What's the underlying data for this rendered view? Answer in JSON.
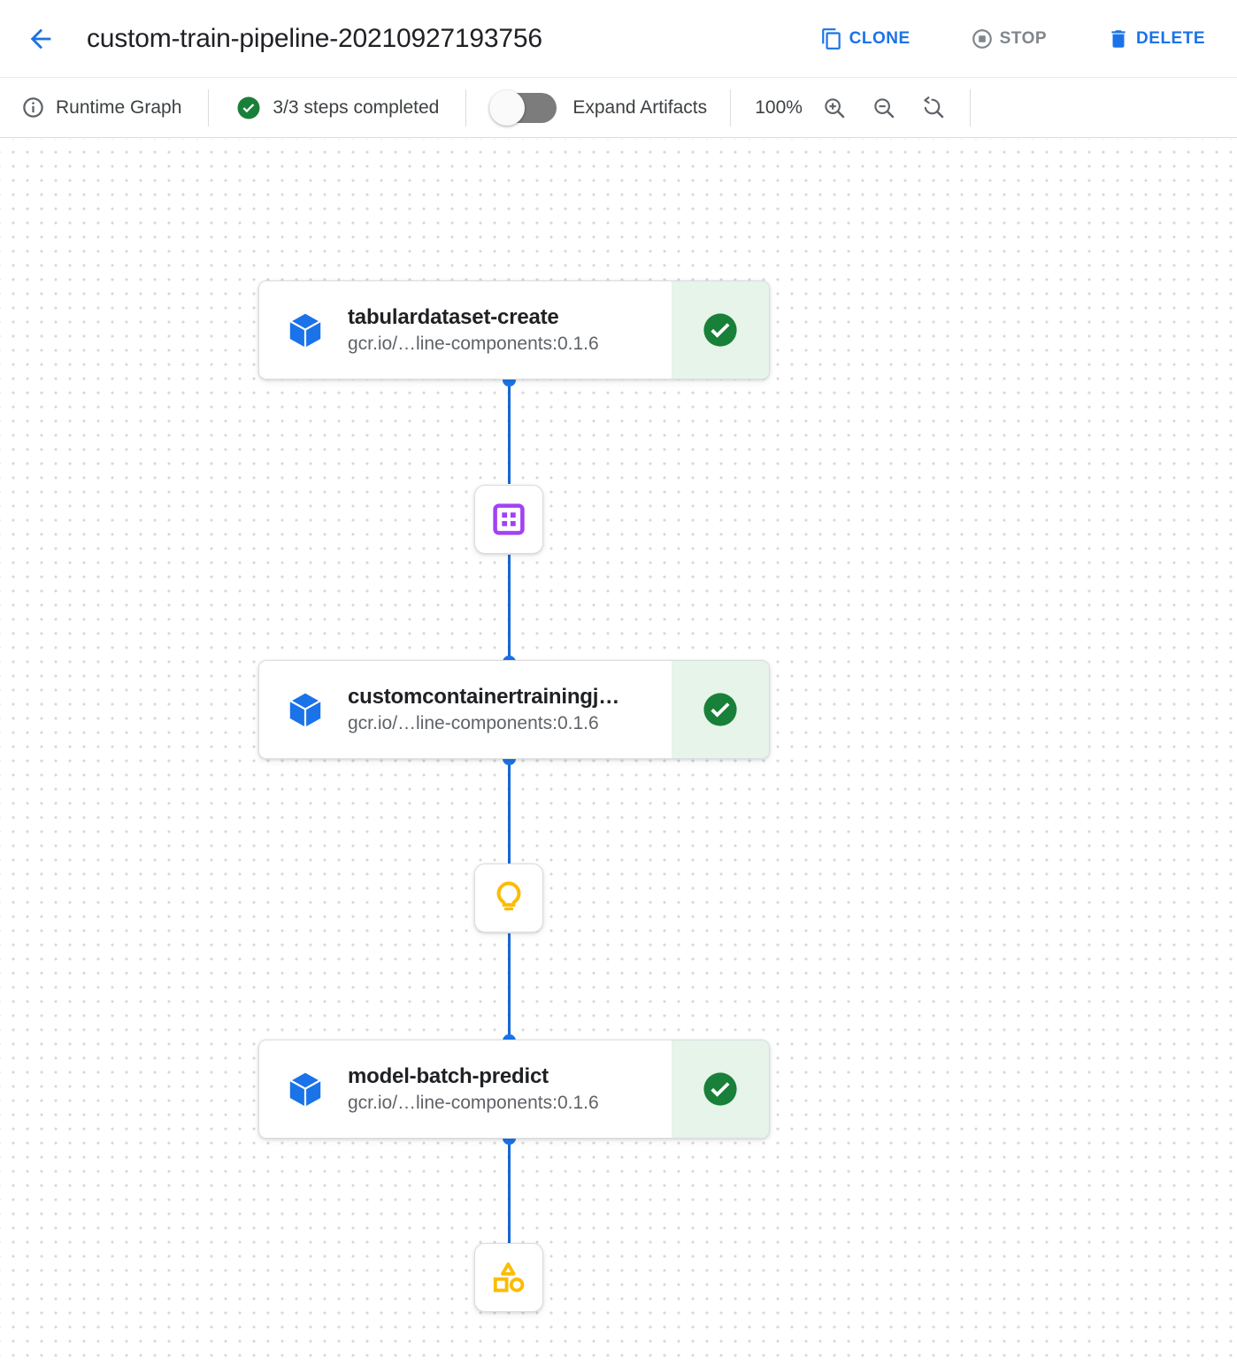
{
  "header": {
    "back_icon": "arrow-left-icon",
    "title": "custom-train-pipeline-20210927193756",
    "actions": [
      {
        "id": "clone",
        "label": "CLONE",
        "icon": "copy-icon",
        "disabled": false
      },
      {
        "id": "stop",
        "label": "STOP",
        "icon": "stop-icon",
        "disabled": true
      },
      {
        "id": "delete",
        "label": "DELETE",
        "icon": "trash-icon",
        "disabled": false
      }
    ]
  },
  "toolbar": {
    "runtime_graph_label": "Runtime Graph",
    "runtime_graph_icon": "info-icon",
    "steps_status_label": "3/3 steps completed",
    "steps_status_icon": "check-circle-icon",
    "expand_artifacts_label": "Expand Artifacts",
    "expand_artifacts_on": false,
    "zoom_level": "100%",
    "zoom_in_icon": "zoom-in-icon",
    "zoom_out_icon": "zoom-out-icon",
    "zoom_reset_icon": "zoom-reset-icon"
  },
  "graph": {
    "nodes": [
      {
        "id": "tabulardataset-create",
        "type": "execution",
        "title": "tabulardataset-create",
        "subtitle": "gcr.io/…line-components:0.1.6",
        "icon": "cube-icon",
        "status": "succeeded",
        "status_icon": "check-circle-icon"
      },
      {
        "id": "customcontainertrainingjob-run",
        "type": "execution",
        "title": "customcontainertrainingj…",
        "subtitle": "gcr.io/…line-components:0.1.6",
        "icon": "cube-icon",
        "status": "succeeded",
        "status_icon": "check-circle-icon"
      },
      {
        "id": "model-batch-predict",
        "type": "execution",
        "title": "model-batch-predict",
        "subtitle": "gcr.io/…line-components:0.1.6",
        "icon": "cube-icon",
        "status": "succeeded",
        "status_icon": "check-circle-icon"
      }
    ],
    "artifacts": [
      {
        "id": "dataset-artifact",
        "icon": "dataset-icon"
      },
      {
        "id": "model-artifact",
        "icon": "lightbulb-icon"
      },
      {
        "id": "metrics-artifact",
        "icon": "shapes-icon"
      }
    ]
  },
  "colors": {
    "accent_blue": "#1a73e8",
    "edge_blue": "#1967d2",
    "success_green": "#188038",
    "success_bg": "#e6f4ea",
    "artifact_purple": "#a142f4",
    "artifact_amber": "#fbbc04",
    "disabled_gray": "#80868b"
  }
}
